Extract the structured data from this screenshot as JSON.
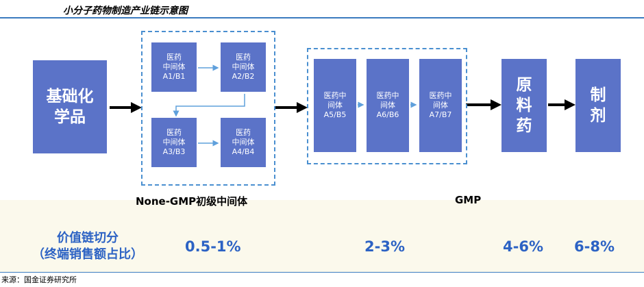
{
  "title": "小分子药物制造产业链示意图",
  "basic_chemicals": "基础化\n学品",
  "intermediates_early": [
    {
      "label": "医药\n中间体\nA1/B1"
    },
    {
      "label": "医药\n中间体\nA2/B2"
    },
    {
      "label": "医药\n中间体\nA3/B3"
    },
    {
      "label": "医药\n中间体\nA4/B4"
    }
  ],
  "intermediates_gmp": [
    {
      "label": "医药中\n间体\nA5/B5"
    },
    {
      "label": "医药中\n间体\nA6/B6"
    },
    {
      "label": "医药中\n间体\nA7/B7"
    }
  ],
  "api": "原\n料\n药",
  "formulation": "制\n剂",
  "group_labels": {
    "non_gmp": "None-GMP初级中间体",
    "gmp": "GMP"
  },
  "value_share": {
    "heading": "价值链切分\n（终端销售额占比）",
    "values": [
      "0.5-1%",
      "2-3%",
      "4-6%",
      "6-8%"
    ]
  },
  "source": "来源：国金证券研究所",
  "colors": {
    "box": "#5b73c8",
    "accent": "#2c62c4",
    "dashed": "#4a8fd0",
    "rule": "#3a7abf"
  }
}
